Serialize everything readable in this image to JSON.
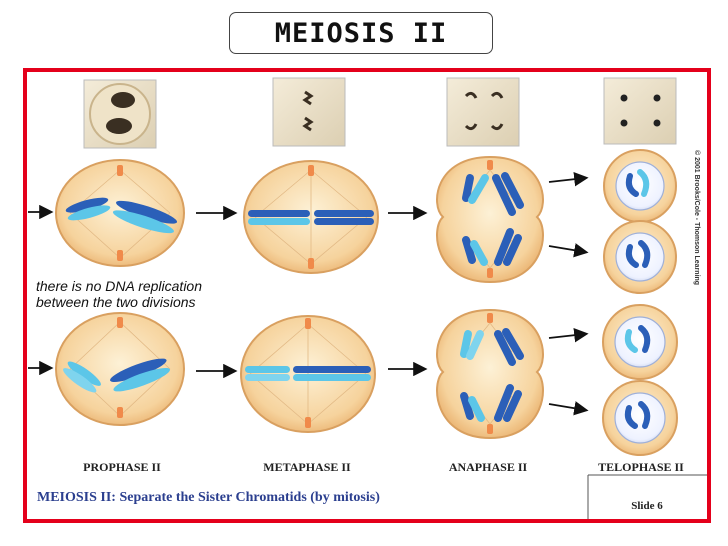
{
  "title": "MEIOSIS II",
  "note": {
    "line1": "there is no DNA replication",
    "line2": "between the two divisions"
  },
  "phases": [
    "PROPHASE II",
    "METAPHASE II",
    "ANAPHASE II",
    "TELOPHASE II"
  ],
  "caption": "MEIOSIS II:  Separate the Sister Chromatids (by mitosis)",
  "slide_label": "Slide 6",
  "credit": "© 2001 Brooks/Cole - Thomson Learning",
  "colors": {
    "frame": "#e4001b",
    "cell_fill": "#f8d9a6",
    "cell_edge": "#e0a96a",
    "chromosome_dark": "#2b5fb8",
    "chromosome_light": "#5cc6e8",
    "centrosome": "#f08a4a"
  }
}
